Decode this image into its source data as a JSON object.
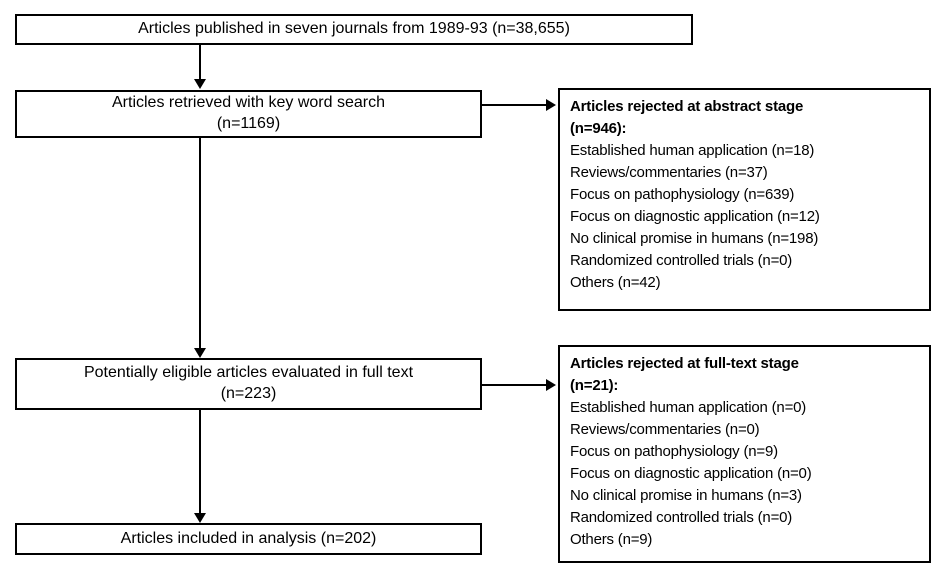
{
  "flow": {
    "published": "Articles published in seven journals from 1989-93 (n=38,655)",
    "keyword_search": {
      "line1": "Articles retrieved with key word search",
      "line2": "(n=1169)"
    },
    "fulltext_eval": {
      "line1": "Potentially eligible articles evaluated in full text",
      "line2": "(n=223)"
    },
    "included": "Articles included in analysis (n=202)"
  },
  "rejected_abstract": {
    "title_line1": "Articles rejected at abstract stage",
    "title_line2": "(n=946):",
    "items": [
      "Established human application (n=18)",
      "Reviews/commentaries (n=37)",
      "Focus on pathophysiology (n=639)",
      "Focus on diagnostic application (n=12)",
      "No clinical promise in humans (n=198)",
      "Randomized controlled trials (n=0)",
      "Others (n=42)"
    ]
  },
  "rejected_fulltext": {
    "title_line1": "Articles rejected at full-text stage",
    "title_line2": "(n=21):",
    "items": [
      "Established human application (n=0)",
      "Reviews/commentaries (n=0)",
      "Focus on pathophysiology (n=9)",
      "Focus on diagnostic application (n=0)",
      "No clinical promise in humans (n=3)",
      "Randomized controlled trials (n=0)",
      "Others (n=9)"
    ]
  },
  "colors": {
    "line": "#000000",
    "background": "#ffffff"
  }
}
